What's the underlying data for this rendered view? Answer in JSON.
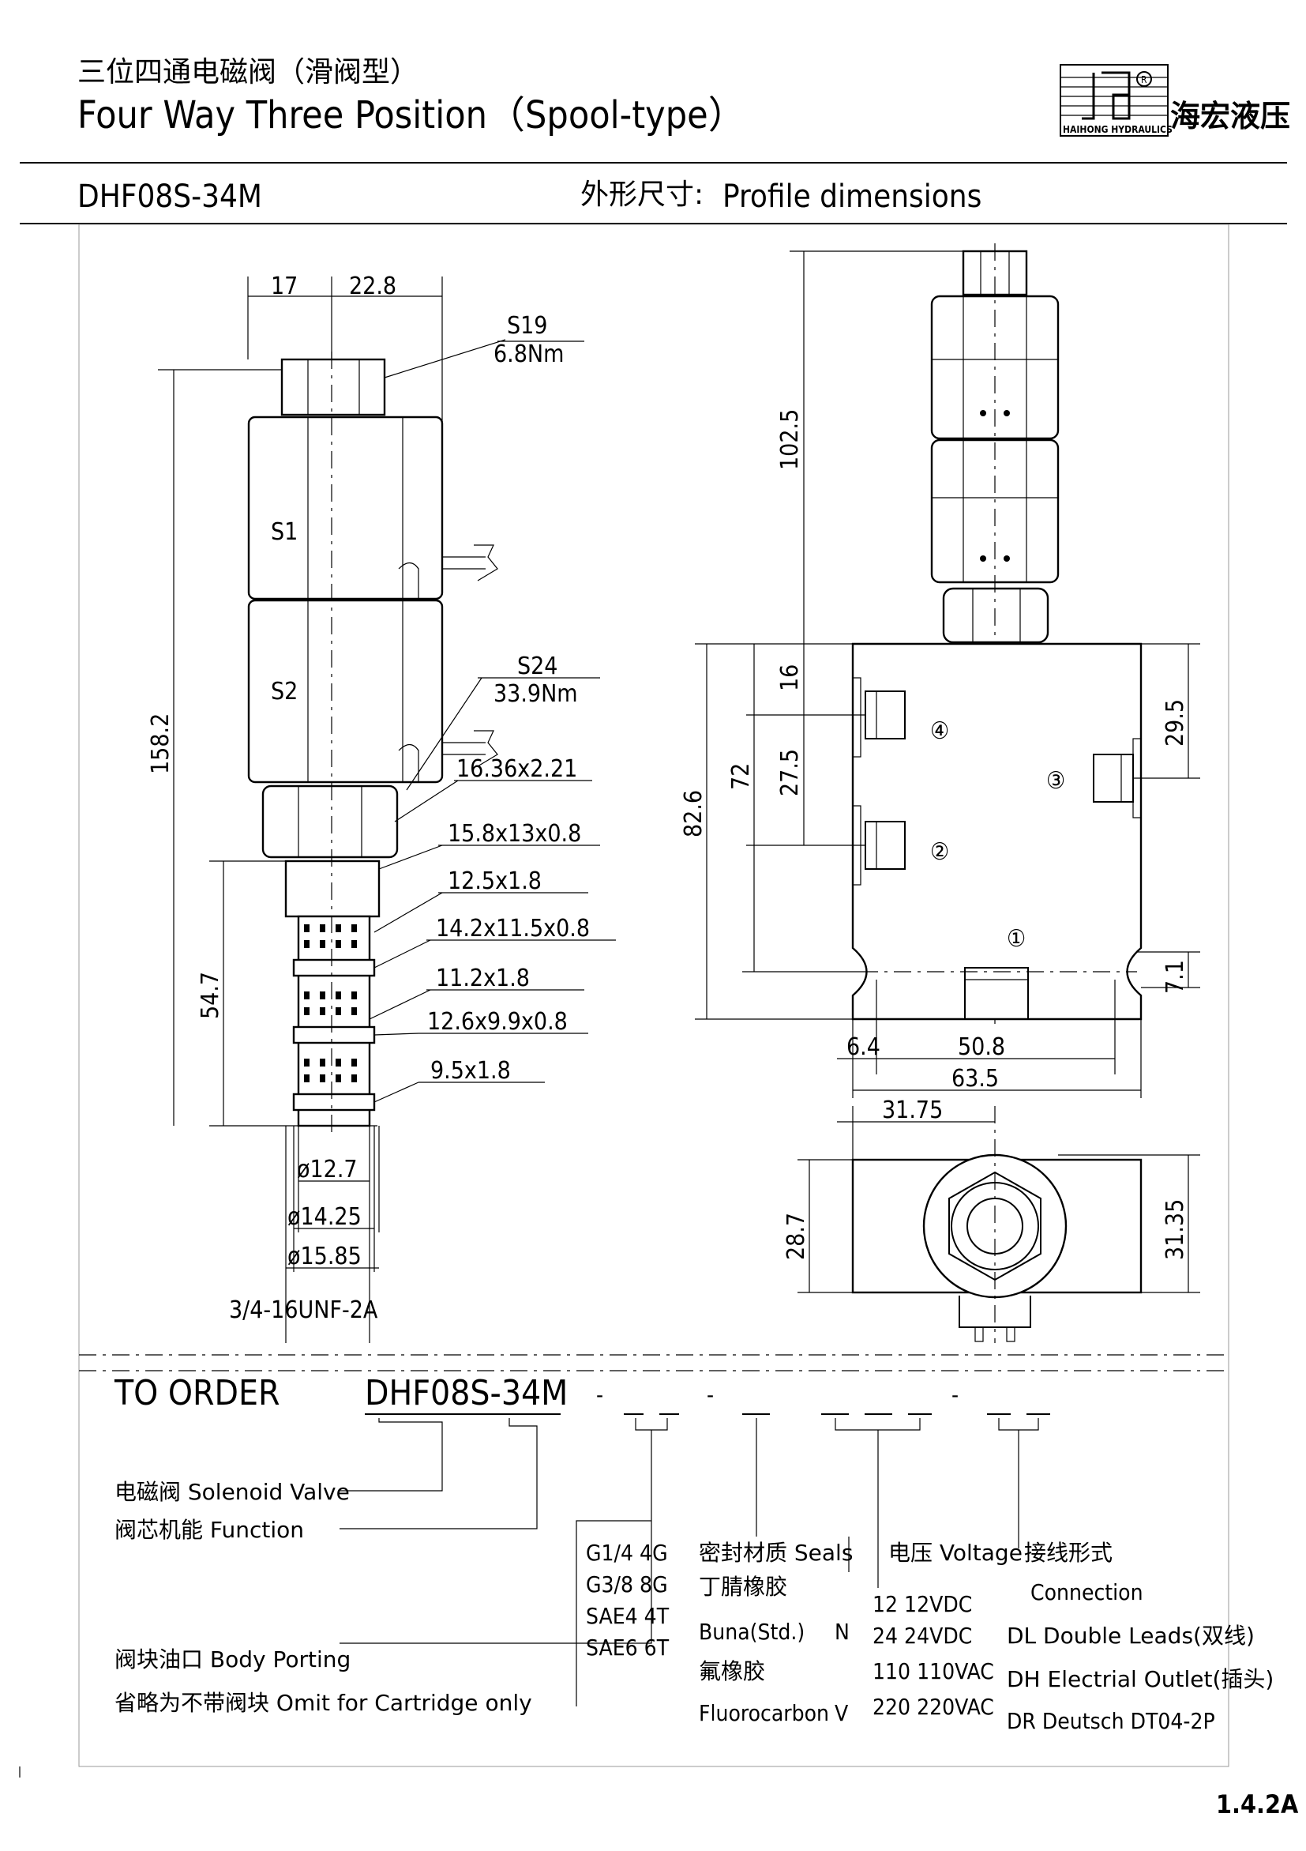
{
  "header": {
    "title_cn": "三位四通电磁阀（滑阀型）",
    "title_en": "Four Way Three Position（Spool-type）",
    "brand_en": "HAIHONG HYDRAULICS",
    "brand_cn": "海宏液压",
    "model": "DHF08S-34M",
    "section_cn": "外形尺寸:",
    "section_en": "Profile dimensions"
  },
  "side_view": {
    "dim_17": "17",
    "dim_22_8": "22.8",
    "hex_top": "S19",
    "torque_top": "6.8Nm",
    "coil_1": "S1",
    "coil_2": "S2",
    "hex_mid": "S24",
    "torque_mid": "33.9Nm",
    "oring_1": "16.36x2.21",
    "seal_1": "15.8x13x0.8",
    "oring_2": "12.5x1.8",
    "seal_2": "14.2x11.5x0.8",
    "oring_3": "11.2x1.8",
    "seal_3": "12.6x9.9x0.8",
    "oring_4": "9.5x1.8",
    "total_length": "158.2",
    "cartridge_length": "54.7",
    "dia_1": "ø12.7",
    "dia_2": "ø14.25",
    "dia_3": "ø15.85",
    "thread": "3/4-16UNF-2A"
  },
  "front_view": {
    "height_top": "102.5",
    "dim_16": "16",
    "dim_27_5": "27.5",
    "dim_72": "72",
    "dim_82_6": "82.6",
    "dim_29_5": "29.5",
    "dim_7_1": "7.1",
    "dim_6_4": "6.4",
    "dim_50_8": "50.8",
    "dim_63_5": "63.5",
    "port_1": "①",
    "port_2": "②",
    "port_3": "③",
    "port_4": "④"
  },
  "bottom_view": {
    "dim_31_75": "31.75",
    "dim_28_7": "28.7",
    "dim_31_35": "31.35"
  },
  "order": {
    "title": "TO ORDER",
    "model": "DHF08S-34M",
    "solenoid_valve": "电磁阀 Solenoid Valve",
    "function": "阀芯机能 Function",
    "body_porting": "阀块油口 Body Porting",
    "omit": "省略为不带阀块 Omit for Cartridge only",
    "porting_options": [
      "G1/4   4G",
      "G3/8   8G",
      "SAE4   4T",
      "SAE6   6T"
    ],
    "seals_title": "密封材质 Seals",
    "seal_buna_cn": "丁腈橡胶",
    "seal_buna": "Buna(Std.)",
    "seal_buna_code": "N",
    "seal_fluoro_cn": "氟橡胶",
    "seal_fluoro": "Fluorocarbon",
    "seal_fluoro_code": "V",
    "voltage_title": "电压 Voltage",
    "voltages": [
      "12   12VDC",
      "24   24VDC",
      "110   110VAC",
      "220   220VAC"
    ],
    "connection_title_cn": "接线形式",
    "connection_title": "Connection",
    "connections": [
      "DL  Double Leads(双线)",
      "DH  Electrial Outlet(插头)",
      "DR  Deutsch DT04-2P"
    ]
  },
  "page_number": "1.4.2A"
}
